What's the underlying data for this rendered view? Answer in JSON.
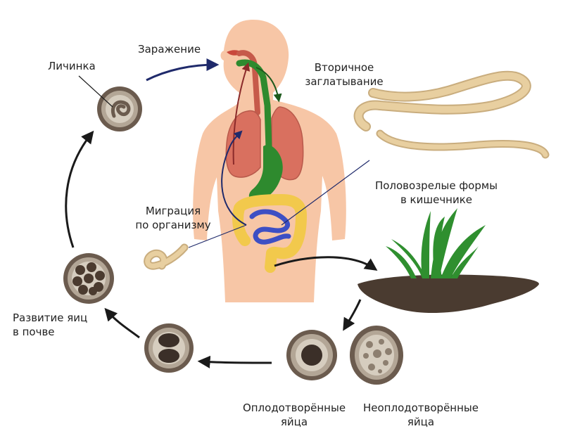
{
  "labels": {
    "infection": "Заражение",
    "larva": "Личинка",
    "secondary_line1": "Вторичное",
    "secondary_line2": "заглатывание",
    "adults_line1": "Половозрелые формы",
    "adults_line2": "в кишечнике",
    "migration_line1": "Миграция",
    "migration_line2": "по организму",
    "development_line1": "Развитие яиц",
    "development_line2": "в почве",
    "fertilized_line1": "Оплодотворённые",
    "fertilized_line2": "яйца",
    "unfertilized_line1": "Неоплодотворённые",
    "unfertilized_line2": "яйца"
  },
  "colors": {
    "skin": "#f7c6a6",
    "lungs": "#d9705f",
    "trachea": "#c65a4a",
    "stomach": "#2e8a2e",
    "small_intestine": "#3d4fc4",
    "large_intestine": "#f2c94c",
    "worm": "#e8cfa0",
    "egg_shell": "#6b5b4e",
    "soil": "#4a3b30",
    "grass": "#2f8f2f",
    "arrow_dark": "#1a1a1a",
    "arrow_navy": "#1f2a6b",
    "arrow_red": "#8b2a2a"
  }
}
